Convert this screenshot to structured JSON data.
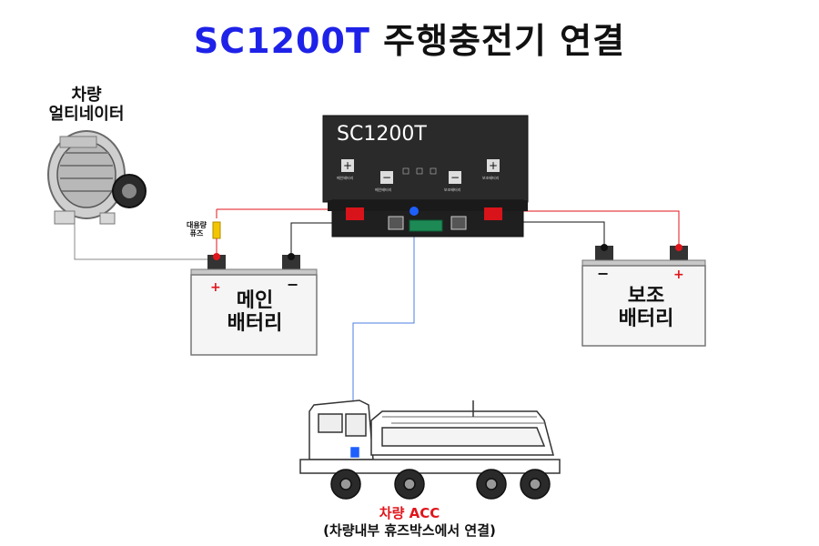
{
  "title": {
    "model": "SC1200T",
    "rest": " 주행충전기 연결"
  },
  "device": {
    "label": "SC1200T",
    "btn_labels": [
      "메인배터리",
      "메인배터리",
      "보조배터리",
      "보조배터리"
    ]
  },
  "alternator": {
    "line1": "차량",
    "line2": "얼티네이터"
  },
  "fuse": {
    "line1": "대용량",
    "line2": "퓨즈"
  },
  "main_battery": {
    "line1": "메인",
    "line2": "배터리",
    "plus": "+",
    "minus": "−"
  },
  "aux_battery": {
    "line1": "보조",
    "line2": "배터리",
    "plus": "+",
    "minus": "−"
  },
  "acc": {
    "label": "차량 ACC",
    "sub": "(차량내부 휴즈박스에서 연결)"
  },
  "colors": {
    "title_model": "#1e22e8",
    "positive_wire": "#e0151b",
    "negative_wire": "#111111",
    "acc_wire": "#4d7fe0",
    "alt_wire": "#888888"
  }
}
